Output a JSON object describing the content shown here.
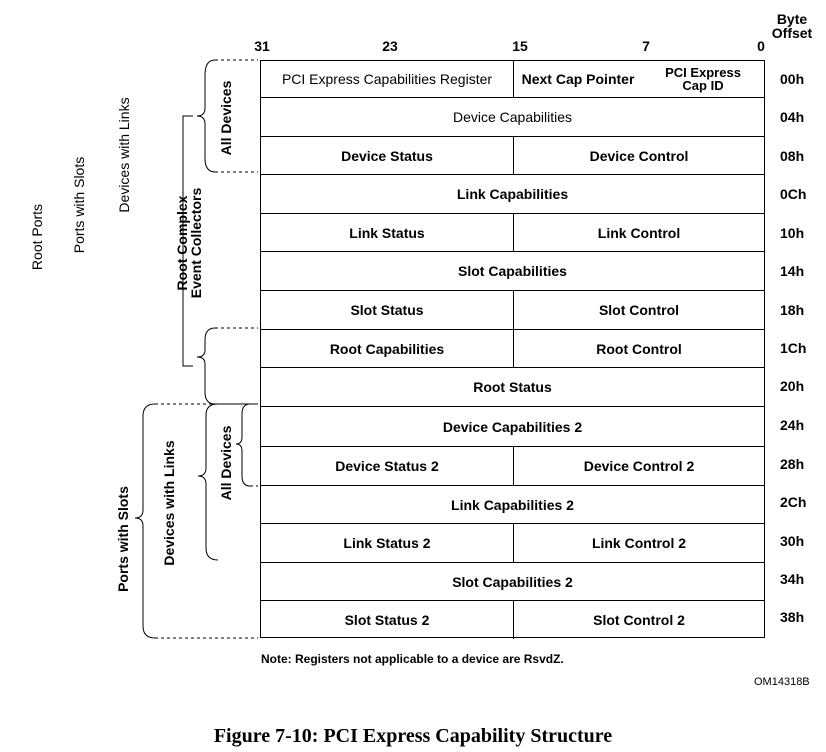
{
  "header": {
    "bits": [
      "31",
      "23",
      "15",
      "7",
      "0"
    ],
    "byte_offset": [
      "Byte",
      "Offset"
    ]
  },
  "registers": [
    {
      "offset": "00h",
      "cells": [
        "PCI Express Capabilities Register",
        "Next Cap Pointer",
        "PCI Express Cap ID"
      ]
    },
    {
      "offset": "04h",
      "cells": [
        "Device Capabilities"
      ]
    },
    {
      "offset": "08h",
      "cells": [
        "Device Status",
        "Device Control"
      ]
    },
    {
      "offset": "0Ch",
      "cells": [
        "Link Capabilities"
      ]
    },
    {
      "offset": "10h",
      "cells": [
        "Link Status",
        "Link Control"
      ]
    },
    {
      "offset": "14h",
      "cells": [
        "Slot Capabilities"
      ]
    },
    {
      "offset": "18h",
      "cells": [
        "Slot Status",
        "Slot Control"
      ]
    },
    {
      "offset": "1Ch",
      "cells": [
        "Root Capabilities",
        "Root Control"
      ]
    },
    {
      "offset": "20h",
      "cells": [
        "Root Status"
      ]
    },
    {
      "offset": "24h",
      "cells": [
        "Device Capabilities 2"
      ]
    },
    {
      "offset": "28h",
      "cells": [
        "Device Status 2",
        "Device Control 2"
      ]
    },
    {
      "offset": "2Ch",
      "cells": [
        "Link Capabilities 2"
      ]
    },
    {
      "offset": "30h",
      "cells": [
        "Link Status 2",
        "Link Control 2"
      ]
    },
    {
      "offset": "34h",
      "cells": [
        "Slot Capabilities 2"
      ]
    },
    {
      "offset": "38h",
      "cells": [
        "Slot Status 2",
        "Slot Control 2"
      ]
    }
  ],
  "cap_id_lines": [
    "PCI Express",
    "Cap ID"
  ],
  "side_labels": {
    "root_ports": "Root Ports",
    "ports_with_slots_top": "Ports with Slots",
    "devices_with_links_top": "Devices with Links",
    "all_devices_top": "All Devices",
    "root_complex_lines": [
      "Root Complex",
      "Event Collectors"
    ],
    "ports_with_slots_bottom": "Ports with Slots",
    "devices_with_links_bottom": "Devices with Links",
    "all_devices_bottom": "All Devices"
  },
  "note": "Note:  Registers not applicable to a device are RsvdZ.",
  "figure_id": "OM14318B",
  "caption": "Figure 7-10:  PCI Express Capability Structure"
}
